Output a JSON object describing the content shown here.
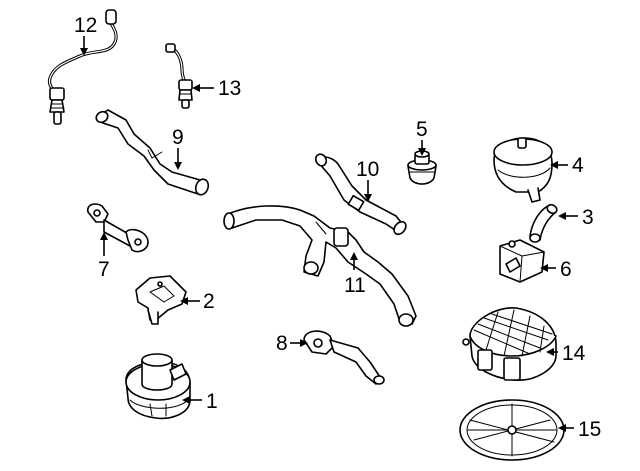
{
  "callouts": {
    "p1": "1",
    "p2": "2",
    "p3": "3",
    "p4": "4",
    "p5": "5",
    "p6": "6",
    "p7": "7",
    "p8": "8",
    "p9": "9",
    "p10": "10",
    "p11": "11",
    "p12": "12",
    "p13": "13",
    "p14": "14",
    "p15": "15"
  }
}
